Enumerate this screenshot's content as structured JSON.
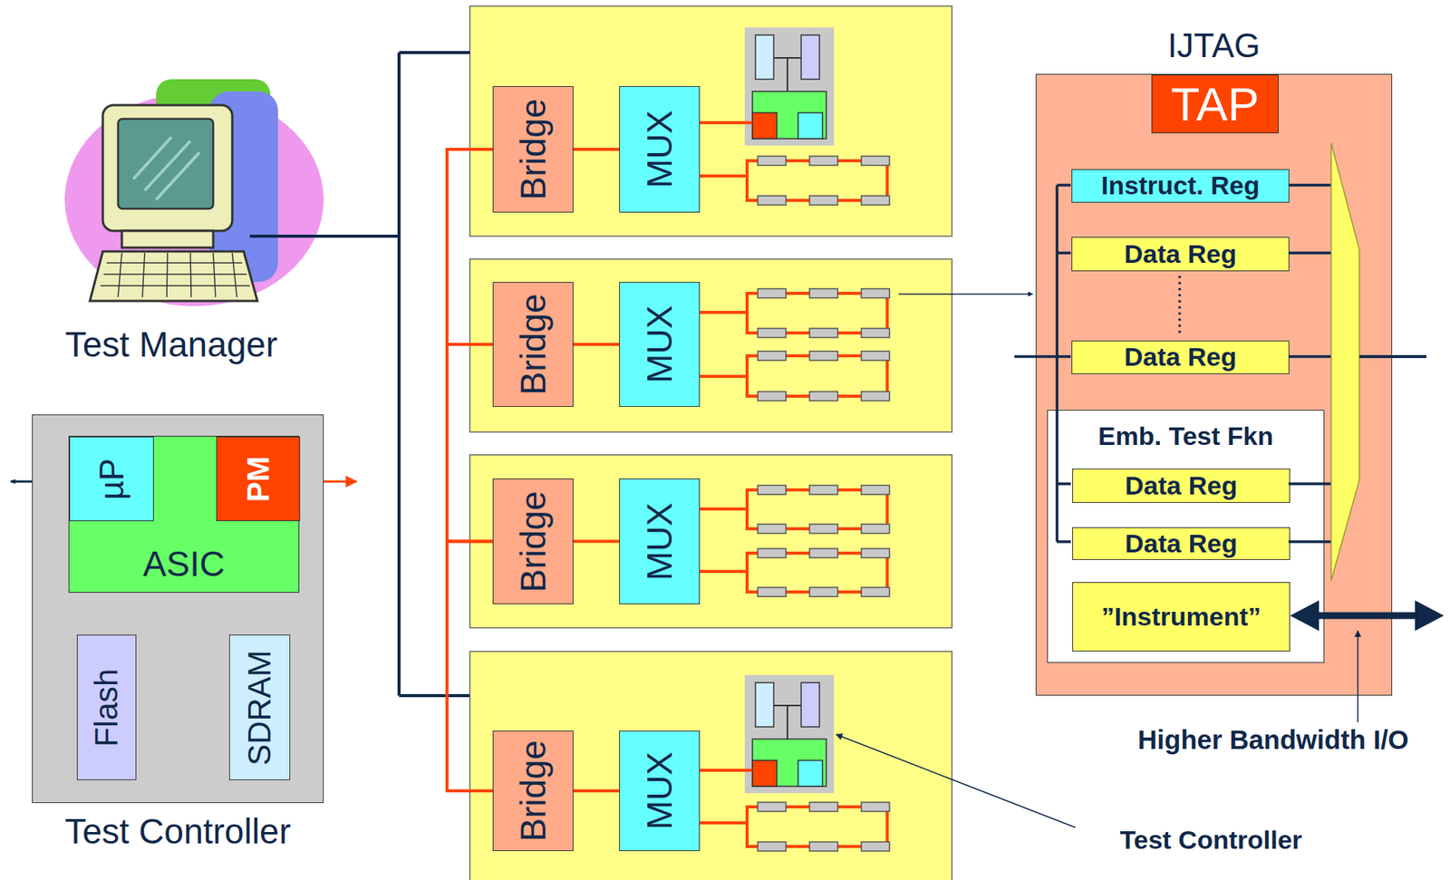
{
  "diagram": {
    "nodes": [
      {
        "text": [
          "Test Controller"
        ]
      },
      {
        "text": [
          "ASIC"
        ],
        "in": 0
      },
      {
        "text": [
          "µP"
        ],
        "in": 1
      },
      {
        "text": [
          "PM"
        ],
        "in": 1
      },
      {
        "text": [
          "Flash"
        ],
        "in": 0
      },
      {
        "text": [
          "SDRAM"
        ],
        "in": 0
      },
      {
        "text": [
          "Bridge"
        ]
      },
      {
        "text": [
          "MUX"
        ]
      },
      {
        "text": [
          "Bridge"
        ]
      },
      {
        "text": [
          "MUX"
        ]
      },
      {
        "text": [
          "Bridge"
        ]
      },
      {
        "text": [
          "MUX"
        ]
      },
      {
        "text": [
          "Bridge"
        ]
      },
      {
        "text": [
          "MUX"
        ]
      },
      {
        "text": [
          "IJTAG"
        ]
      },
      {
        "text": [
          "TAP"
        ],
        "in": 14
      },
      {
        "text": [
          "Instruct. Reg"
        ],
        "in": 14
      },
      {
        "text": [
          "Data Reg"
        ],
        "in": 14
      },
      {
        "text": [
          "Data Reg"
        ],
        "in": 14
      },
      {
        "text": [
          "Emb. Test Fkn"
        ],
        "in": 14
      },
      {
        "text": [
          "Data Reg"
        ],
        "in": 19
      },
      {
        "text": [
          "Data Reg"
        ],
        "in": 19
      },
      {
        "text": [
          "”Instrument”"
        ],
        "in": 19
      }
    ],
    "edges": [
      {
        "from": 2,
        "to": 3,
        "arrow": "both"
      },
      {
        "from": 1,
        "to": 4,
        "arrow": "none"
      },
      {
        "from": 1,
        "to": 5,
        "arrow": "none"
      },
      {
        "from": 6,
        "to": 7,
        "arrow": "none"
      },
      {
        "from": 8,
        "to": 9,
        "arrow": "none"
      },
      {
        "from": 10,
        "to": 11,
        "arrow": "none"
      },
      {
        "from": 12,
        "to": 13,
        "arrow": "none"
      },
      {
        "from": 6,
        "to": 8,
        "arrow": "none"
      },
      {
        "from": 8,
        "to": 10,
        "arrow": "none"
      },
      {
        "from": 10,
        "to": 12,
        "arrow": "none"
      }
    ],
    "labels": [
      "Test Manager",
      "Higher Bandwidth I/O",
      "Test Controller"
    ]
  }
}
